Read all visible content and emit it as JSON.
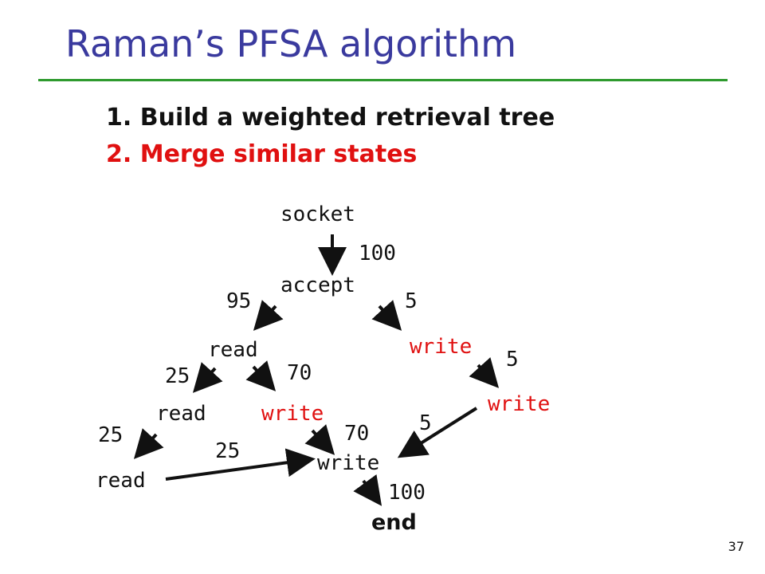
{
  "slide": {
    "title": "Raman’s PFSA algorithm",
    "steps": [
      "1. Build a weighted retrieval tree",
      "2. Merge similar states"
    ],
    "page_number": "37"
  },
  "diagram": {
    "nodes": {
      "socket": "socket",
      "accept": "accept",
      "read_1": "read",
      "write_1": "write",
      "read_2": "read",
      "write_2": "write",
      "write_3": "write",
      "read_3": "read",
      "write_4": "write",
      "end": "end"
    },
    "weights": {
      "socket_accept": "100",
      "accept_read": "95",
      "accept_write": "5",
      "read_read": "25",
      "read_write": "70",
      "write_write": "5",
      "read2_read3": "25",
      "write2_write4": "70",
      "write3_write4": "5",
      "read3_write4": "25",
      "write4_end": "100"
    },
    "colors": {
      "default": "#111111",
      "highlight": "#e01010",
      "title": "#3a3a9e",
      "rule": "#2e9a2e"
    }
  }
}
